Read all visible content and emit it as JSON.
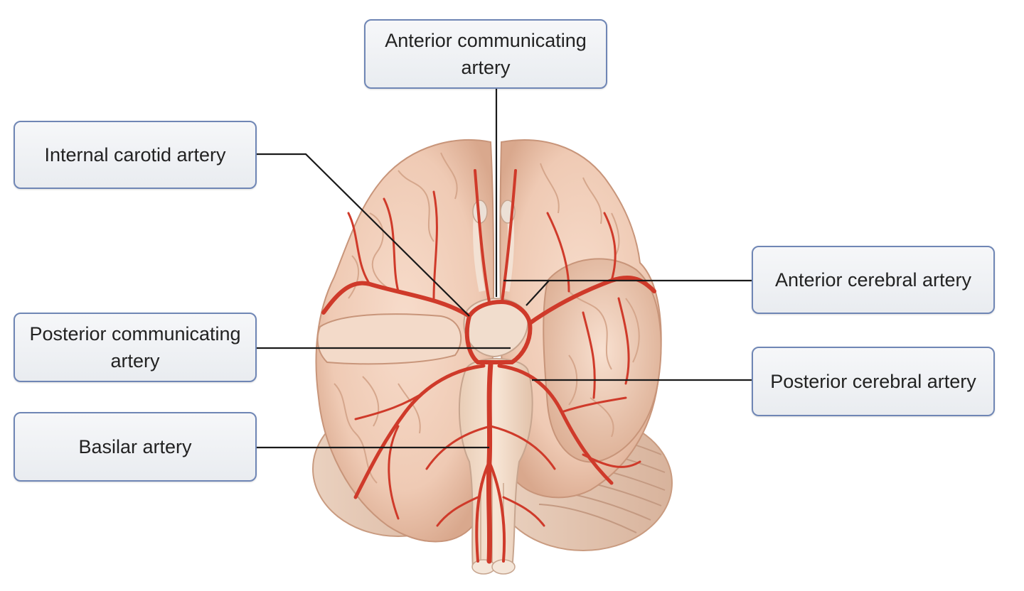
{
  "labels": {
    "anterior_communicating": "Anterior communicating artery",
    "internal_carotid": "Internal carotid artery",
    "anterior_cerebral": "Anterior cerebral artery",
    "posterior_communicating": "Posterior communicating artery",
    "posterior_cerebral": "Posterior cerebral artery",
    "basilar": "Basilar artery"
  },
  "colors": {
    "brain_tissue": "#efcdb8",
    "brain_shadow": "#d9a98f",
    "artery_red": "#cf3a2a",
    "label_border": "#6f86b5",
    "leader_line": "#1a1a1a"
  }
}
